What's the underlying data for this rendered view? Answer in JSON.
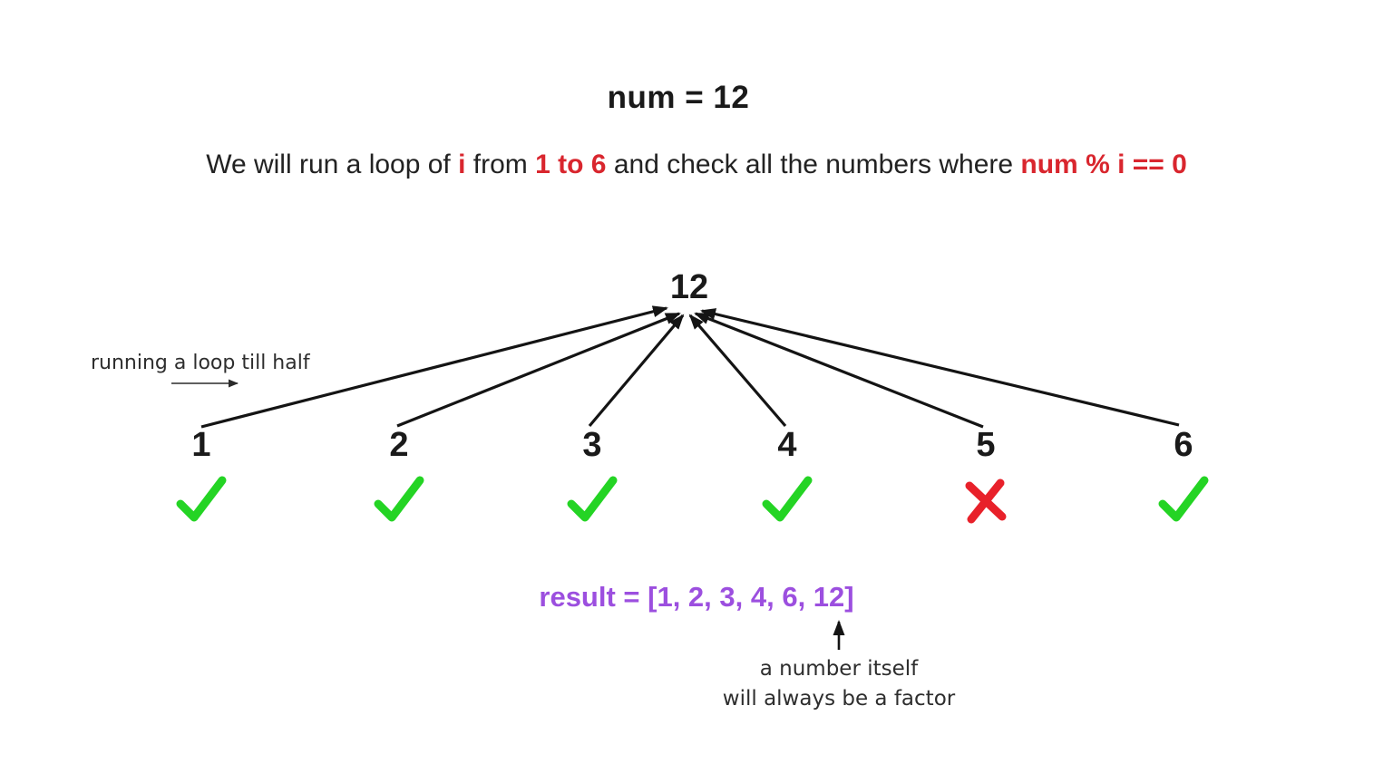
{
  "title": "num = 12",
  "sentence": {
    "seg1": "We will run a loop of ",
    "seg2": "i",
    "seg3": " from ",
    "seg4": "1 to 6",
    "seg5": " and check all the numbers where ",
    "seg6": "num % i == 0"
  },
  "diagram": {
    "root": "12",
    "loop_note": "running a loop till half",
    "factors": [
      {
        "value": "1",
        "status": "check"
      },
      {
        "value": "2",
        "status": "check"
      },
      {
        "value": "3",
        "status": "check"
      },
      {
        "value": "4",
        "status": "check"
      },
      {
        "value": "5",
        "status": "cross"
      },
      {
        "value": "6",
        "status": "check"
      }
    ]
  },
  "result": "result = [1, 2, 3, 4, 6, 12]",
  "annotation": {
    "line1": "a number itself",
    "line2": "will always be a factor"
  },
  "colors": {
    "red": "#d9262e",
    "green": "#24d424",
    "cross_red": "#e8212a",
    "purple": "#9c4fdf",
    "ink": "#1a1a1a"
  }
}
